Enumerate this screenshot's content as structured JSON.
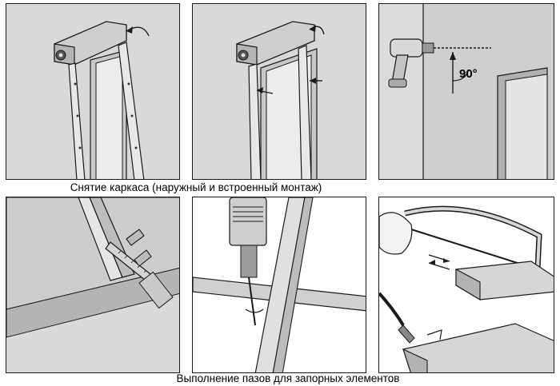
{
  "captions": {
    "top": "Снятие каркаса (наружный и встроенный монтаж)",
    "bottom": "Выполнение пазов для запорных элементов"
  },
  "angle_label": "90°",
  "colors": {
    "panel_background": "#e2e2e2",
    "line": "#1a1a1a",
    "metal_light": "#cfcfcf",
    "metal_dark": "#8a8a8a"
  }
}
